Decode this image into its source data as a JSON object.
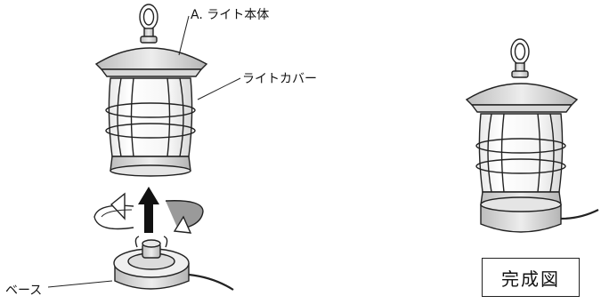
{
  "labels": {
    "light_body": "A. ライト本体",
    "light_cover": "ライトカバー",
    "base": "ベース"
  },
  "completed_label": "完成図"
}
